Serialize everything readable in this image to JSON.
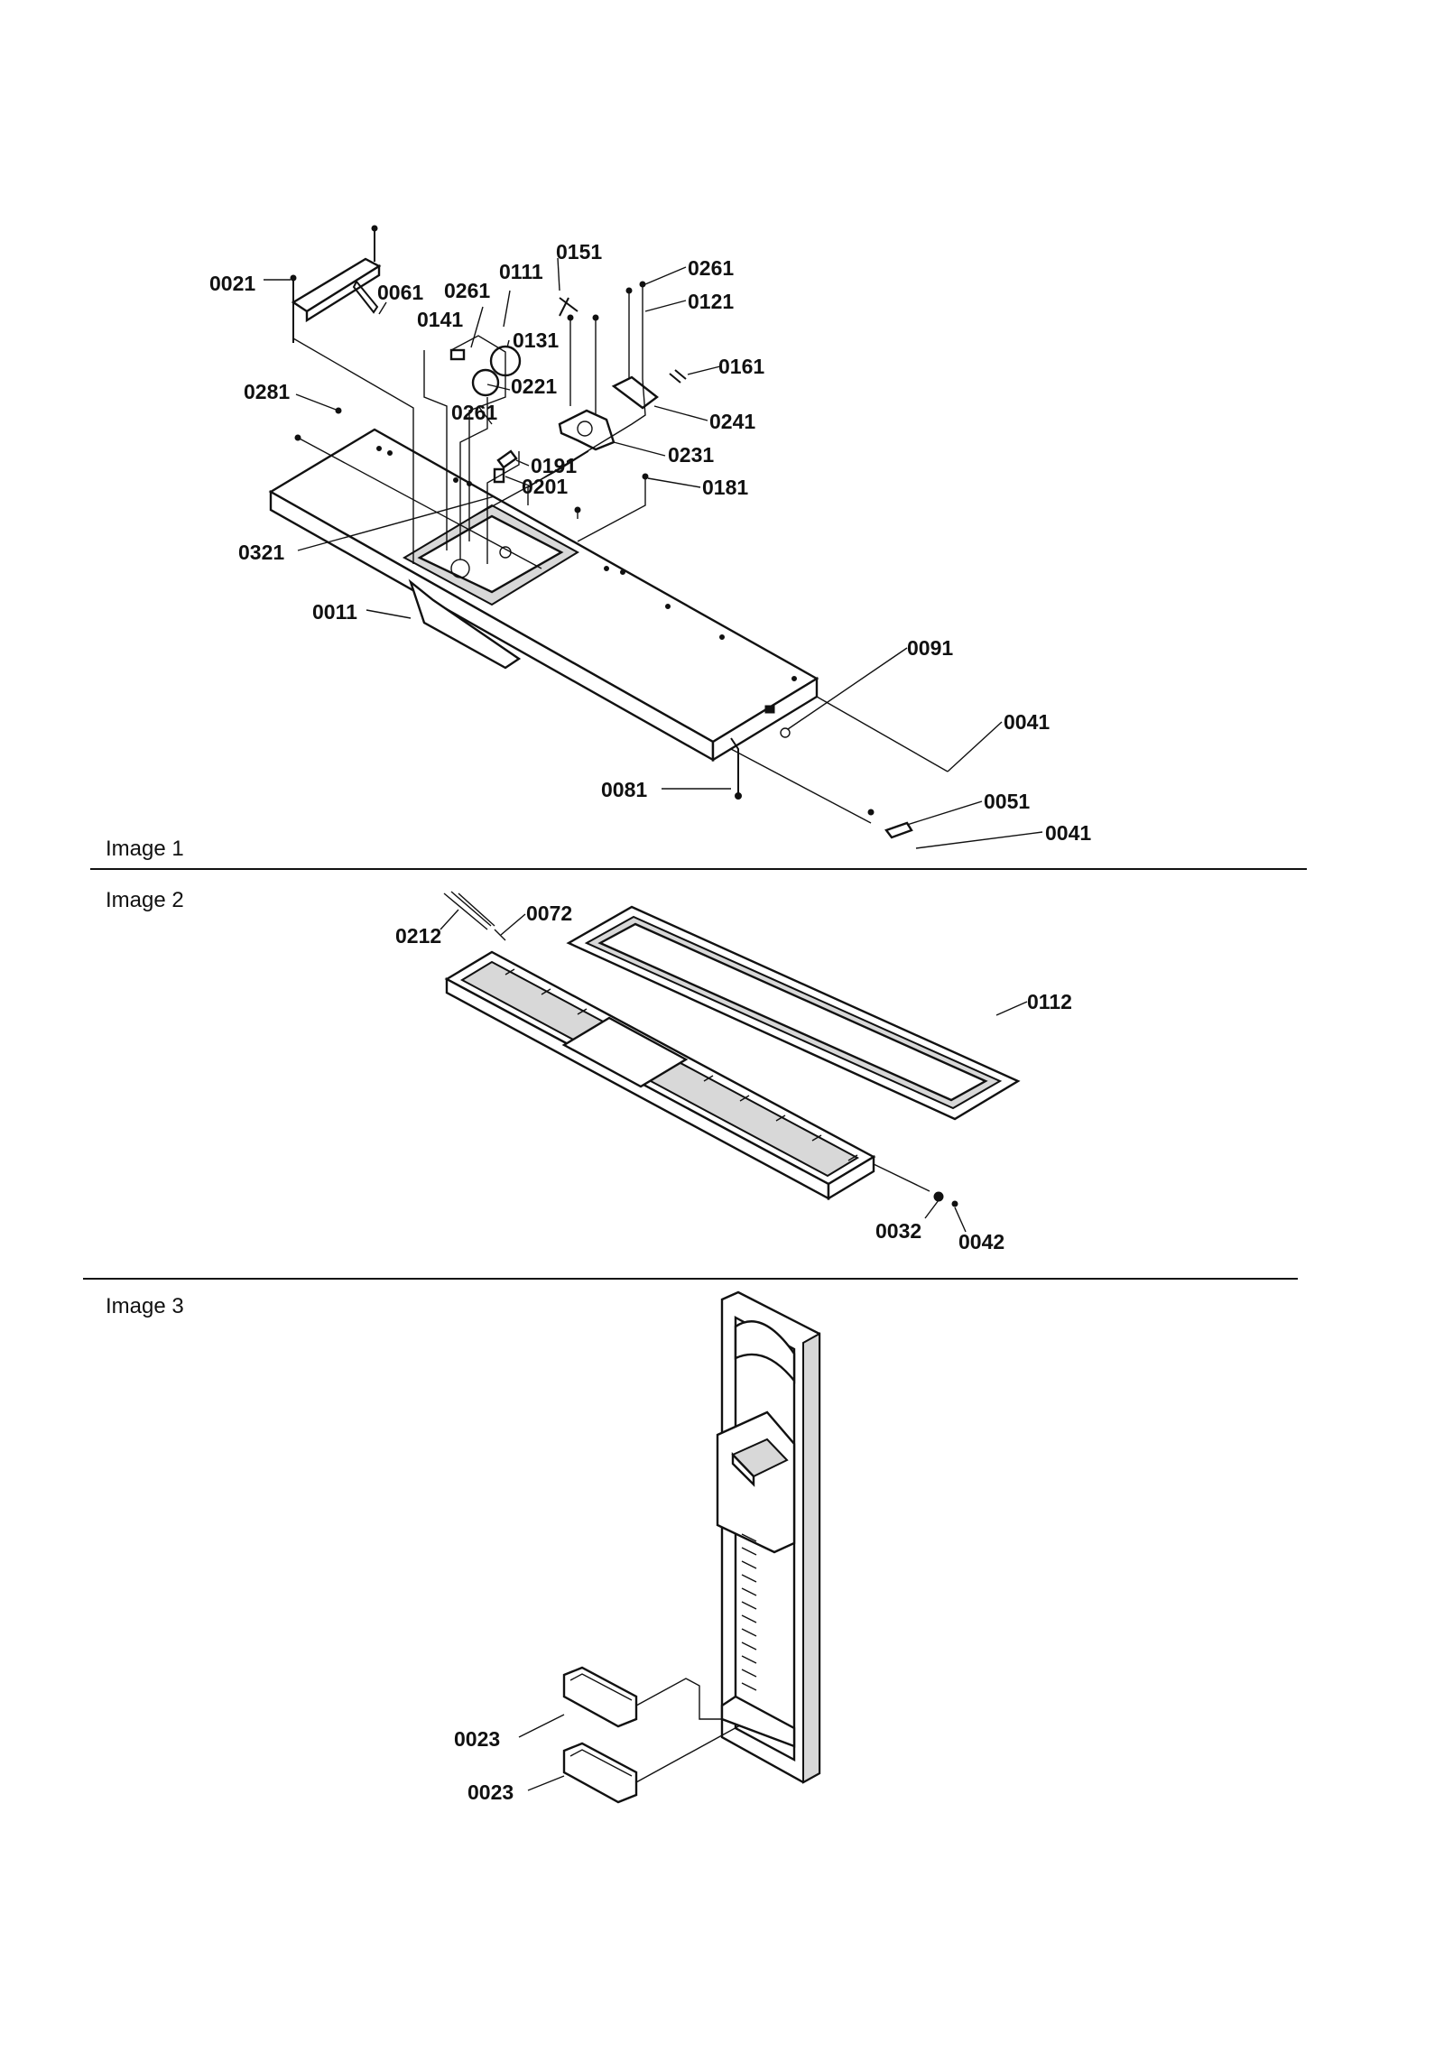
{
  "sections": [
    {
      "title": "Image 1",
      "callouts": [
        "0021",
        "0061",
        "0261",
        "0111",
        "0151",
        "0261",
        "0121",
        "0141",
        "0131",
        "0161",
        "0221",
        "0281",
        "0261",
        "0241",
        "0191",
        "0231",
        "0201",
        "0181",
        "0321",
        "0011",
        "0091",
        "0041",
        "0081",
        "0051",
        "0041"
      ]
    },
    {
      "title": "Image 2",
      "callouts": [
        "0212",
        "0072",
        "0112",
        "0032",
        "0042"
      ]
    },
    {
      "title": "Image 3",
      "callouts": [
        "0023",
        "0023"
      ]
    }
  ],
  "colors": {
    "ink": "#111111",
    "paper": "#ffffff"
  }
}
